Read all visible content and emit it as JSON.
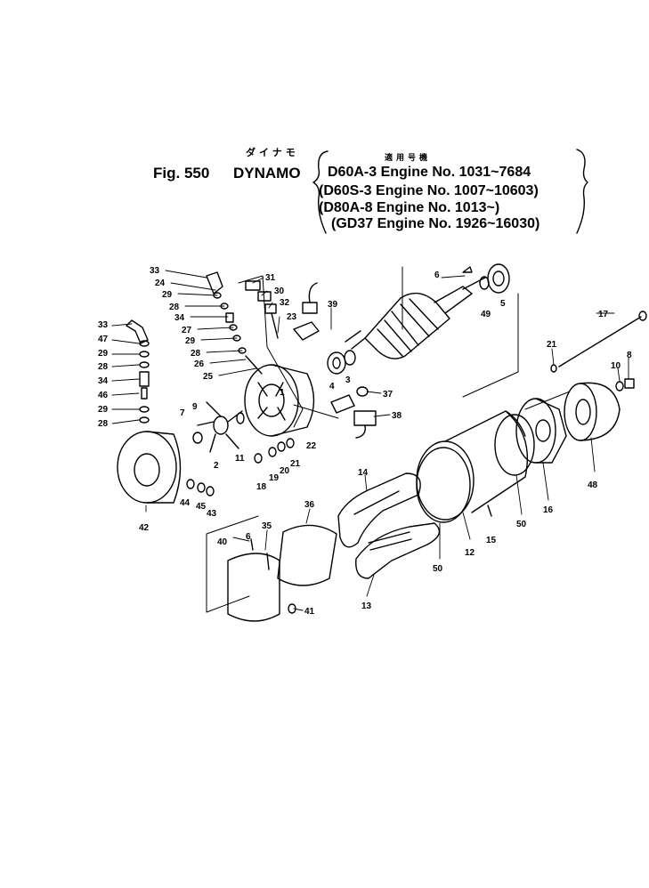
{
  "header": {
    "jp_title": "ダイナモ",
    "jp_applicable": "適用号機",
    "fig_label": "Fig. 550",
    "fig_name": "DYNAMO",
    "engines": [
      "D60A-3 Engine No. 1031~7684",
      "(D60S-3 Engine No. 1007~10603)",
      "(D80A-8 Engine No. 1013~)",
      "(GD37 Engine No. 1926~16030)"
    ]
  },
  "callouts": [
    {
      "id": "c33a",
      "text": "33"
    },
    {
      "id": "c24",
      "text": "24"
    },
    {
      "id": "c29a",
      "text": "29"
    },
    {
      "id": "c28a",
      "text": "28"
    },
    {
      "id": "c34a",
      "text": "34"
    },
    {
      "id": "c27",
      "text": "27"
    },
    {
      "id": "c29b",
      "text": "29"
    },
    {
      "id": "c28b",
      "text": "28"
    },
    {
      "id": "c26",
      "text": "26"
    },
    {
      "id": "c25",
      "text": "25"
    },
    {
      "id": "c31",
      "text": "31"
    },
    {
      "id": "c30",
      "text": "30"
    },
    {
      "id": "c32",
      "text": "32"
    },
    {
      "id": "c23",
      "text": "23"
    },
    {
      "id": "c39",
      "text": "39"
    },
    {
      "id": "c33b",
      "text": "33"
    },
    {
      "id": "c47",
      "text": "47"
    },
    {
      "id": "c29c",
      "text": "29"
    },
    {
      "id": "c28c",
      "text": "28"
    },
    {
      "id": "c34b",
      "text": "34"
    },
    {
      "id": "c46",
      "text": "46"
    },
    {
      "id": "c29d",
      "text": "29"
    },
    {
      "id": "c28d",
      "text": "28"
    },
    {
      "id": "c7",
      "text": "7"
    },
    {
      "id": "c9",
      "text": "9"
    },
    {
      "id": "c2",
      "text": "2"
    },
    {
      "id": "c11",
      "text": "11"
    },
    {
      "id": "c1",
      "text": "1"
    },
    {
      "id": "c22",
      "text": "22"
    },
    {
      "id": "c18a",
      "text": "18"
    },
    {
      "id": "c19",
      "text": "19"
    },
    {
      "id": "c20",
      "text": "20"
    },
    {
      "id": "c21a",
      "text": "21"
    },
    {
      "id": "c42",
      "text": "42"
    },
    {
      "id": "c44",
      "text": "44"
    },
    {
      "id": "c45",
      "text": "45"
    },
    {
      "id": "c43",
      "text": "43"
    },
    {
      "id": "c4",
      "text": "4"
    },
    {
      "id": "c3",
      "text": "3"
    },
    {
      "id": "c37",
      "text": "37"
    },
    {
      "id": "c38",
      "text": "38"
    },
    {
      "id": "c6a",
      "text": "6"
    },
    {
      "id": "c49",
      "text": "49"
    },
    {
      "id": "c5",
      "text": "5"
    },
    {
      "id": "c17",
      "text": "17"
    },
    {
      "id": "c21b",
      "text": "21"
    },
    {
      "id": "c8",
      "text": "8"
    },
    {
      "id": "c10",
      "text": "10"
    },
    {
      "id": "c48",
      "text": "48"
    },
    {
      "id": "c16",
      "text": "16"
    },
    {
      "id": "c50a",
      "text": "50"
    },
    {
      "id": "c12",
      "text": "12"
    },
    {
      "id": "c15",
      "text": "15"
    },
    {
      "id": "c14",
      "text": "14"
    },
    {
      "id": "c50b",
      "text": "50"
    },
    {
      "id": "c13",
      "text": "13"
    },
    {
      "id": "c36",
      "text": "36"
    },
    {
      "id": "c35",
      "text": "35"
    },
    {
      "id": "c40",
      "text": "40"
    },
    {
      "id": "c6b",
      "text": "6"
    },
    {
      "id": "c41",
      "text": "41"
    }
  ]
}
